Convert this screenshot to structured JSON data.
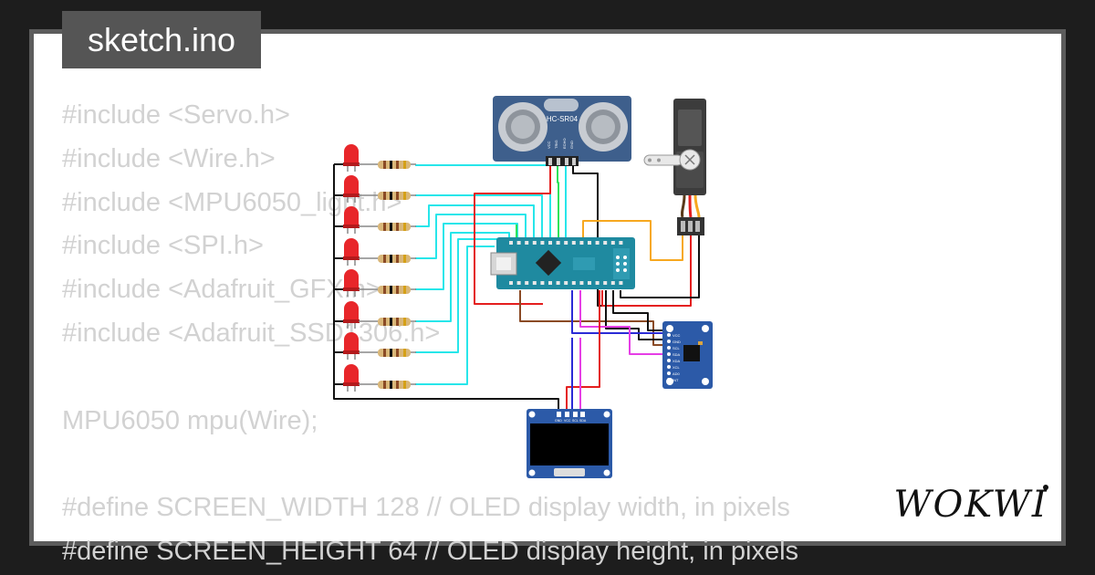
{
  "tab": {
    "filename": "sketch.ino"
  },
  "code_lines": [
    "#include <Servo.h>",
    "#include <Wire.h>",
    "#include <MPU6050_light.h>",
    "#include <SPI.h>",
    "#include <Adafruit_GFX.h>",
    "#include <Adafruit_SSD1306.h>",
    "",
    "MPU6050 mpu(Wire);",
    "",
    "#define SCREEN_WIDTH 128 // OLED display width, in pixels",
    "#define SCREEN_HEIGHT 64 // OLED display height, in pixels"
  ],
  "components": {
    "ultrasonic": {
      "label": "HC-SR04",
      "pins": [
        "VCC",
        "TRIG",
        "ECHO",
        "GND"
      ]
    },
    "oled": {
      "pins": [
        "GND",
        "VCC",
        "SCL",
        "SDA"
      ]
    },
    "mpu": {
      "pins": [
        "VCC",
        "GND",
        "SCL",
        "SDA",
        "XDA",
        "XCL",
        "AD0",
        "INT"
      ]
    }
  },
  "brand": {
    "logo": "WOKWI"
  },
  "colors": {
    "background": "#1d1d1d",
    "tab": "#555555",
    "code_text": "#d2d2d2",
    "arduino": "#1f8aa0",
    "breakout": "#2c5aa8"
  }
}
